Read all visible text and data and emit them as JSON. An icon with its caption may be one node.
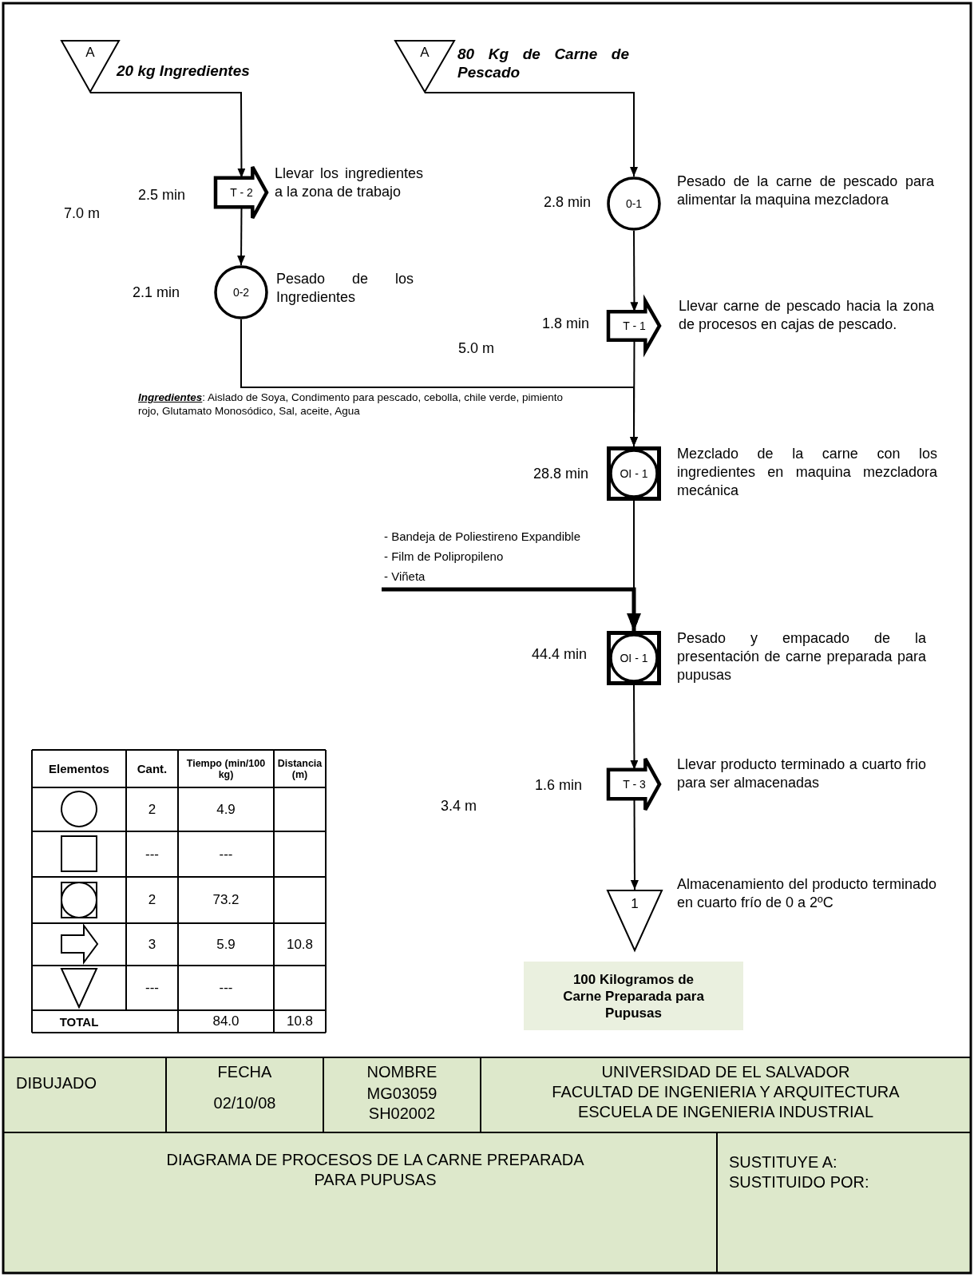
{
  "diagram": {
    "title": "DIAGRAMA DE PROCESOS DE LA CARNE PREPARADA PARA PUPUSAS",
    "nodes": [
      {
        "text": [
          "A"
        ],
        "beside": [
          "20 kg Ingredientes"
        ]
      },
      {
        "text": [
          "T - 2"
        ],
        "beside": [
          "2.5 min",
          "Llevar los ingredientes a la zona de trabajo"
        ]
      },
      {
        "text": [
          "0-2"
        ],
        "beside": [
          "2.1 min",
          "Pesado de los Ingredientes"
        ]
      },
      {
        "text": [
          "A"
        ],
        "beside": [
          "80 Kg de Carne de Pescado"
        ]
      },
      {
        "text": [
          "0-1"
        ],
        "beside": [
          "2.8 min",
          "Pesado de la carne de pescado para alimentar la maquina mezcladora"
        ]
      },
      {
        "text": [
          "T - 1"
        ],
        "beside": [
          "1.8 min",
          "Llevar carne de pescado hacia la zona de procesos en cajas de pescado."
        ]
      },
      {
        "text": [
          "OI - 1"
        ],
        "beside": [
          "28.8 min",
          "Mezclado de la carne con los ingredientes en maquina mezcladora mecánica"
        ]
      },
      {
        "text": [
          "OI - 1"
        ],
        "beside": [
          "44.4 min",
          "Pesado y empacado de la presentación de carne preparada para pupusas"
        ]
      },
      {
        "text": [
          "T - 3"
        ],
        "beside": [
          "1.6 min",
          "Llevar producto terminado a cuarto frio para ser almacenadas"
        ]
      },
      {
        "text": [
          "1"
        ],
        "beside": [
          "Almacenamiento del producto terminado en cuarto frío de 0 a 2ºC"
        ]
      },
      {
        "text": [
          "100 Kilogramos de Carne Preparada para Pupusas"
        ]
      },
      {
        "text": [
          "- Bandeja de Poliestireno Expandible",
          "- Film de Polipropileno",
          "- Viñeta"
        ]
      }
    ],
    "edges": [
      {
        "from": 0,
        "to": 1,
        "arrow": "to"
      },
      {
        "from": 1,
        "to": 2,
        "arrow": "to"
      },
      {
        "from": 3,
        "to": 4,
        "arrow": "to"
      },
      {
        "from": 4,
        "to": 5,
        "arrow": "to"
      },
      {
        "from": 2,
        "to": 6,
        "arrow": "to"
      },
      {
        "from": 5,
        "to": 6,
        "arrow": "to"
      },
      {
        "from": 11,
        "to": 7,
        "arrow": "to",
        "style": "thick"
      },
      {
        "from": 6,
        "to": 7,
        "arrow": "to"
      },
      {
        "from": 7,
        "to": 8,
        "arrow": "to"
      },
      {
        "from": 8,
        "to": 9,
        "arrow": "to"
      }
    ],
    "labels": [
      "7.0 m",
      "5.0 m",
      "**Ingredientes**: Aislado de Soya, Condimento para pescado, cebolla, chile verde, pimiento rojo, Glutamato Monosódico, Sal, aceite, Agua",
      "3.4 m",
      "Elementos",
      "Cant.",
      "Tiempo (min/100 kg)",
      "Distancia (m)",
      "2",
      "4.9",
      "---",
      "---",
      "2",
      "73.2",
      "3",
      "5.9",
      "10.8",
      "---",
      "---",
      "TOTAL",
      "84.0",
      "10.8",
      "DIBUJADO",
      "FECHA",
      "02/10/08",
      "NOMBRE",
      "MG03059",
      "SH02002",
      "UNIVERSIDAD DE EL SALVADOR",
      "FACULTAD DE INGENIERIA Y ARQUITECTURA",
      "ESCUELA DE INGENIERIA INDUSTRIAL",
      "SUSTITUYE A:",
      "SUSTITUIDO POR:"
    ]
  }
}
